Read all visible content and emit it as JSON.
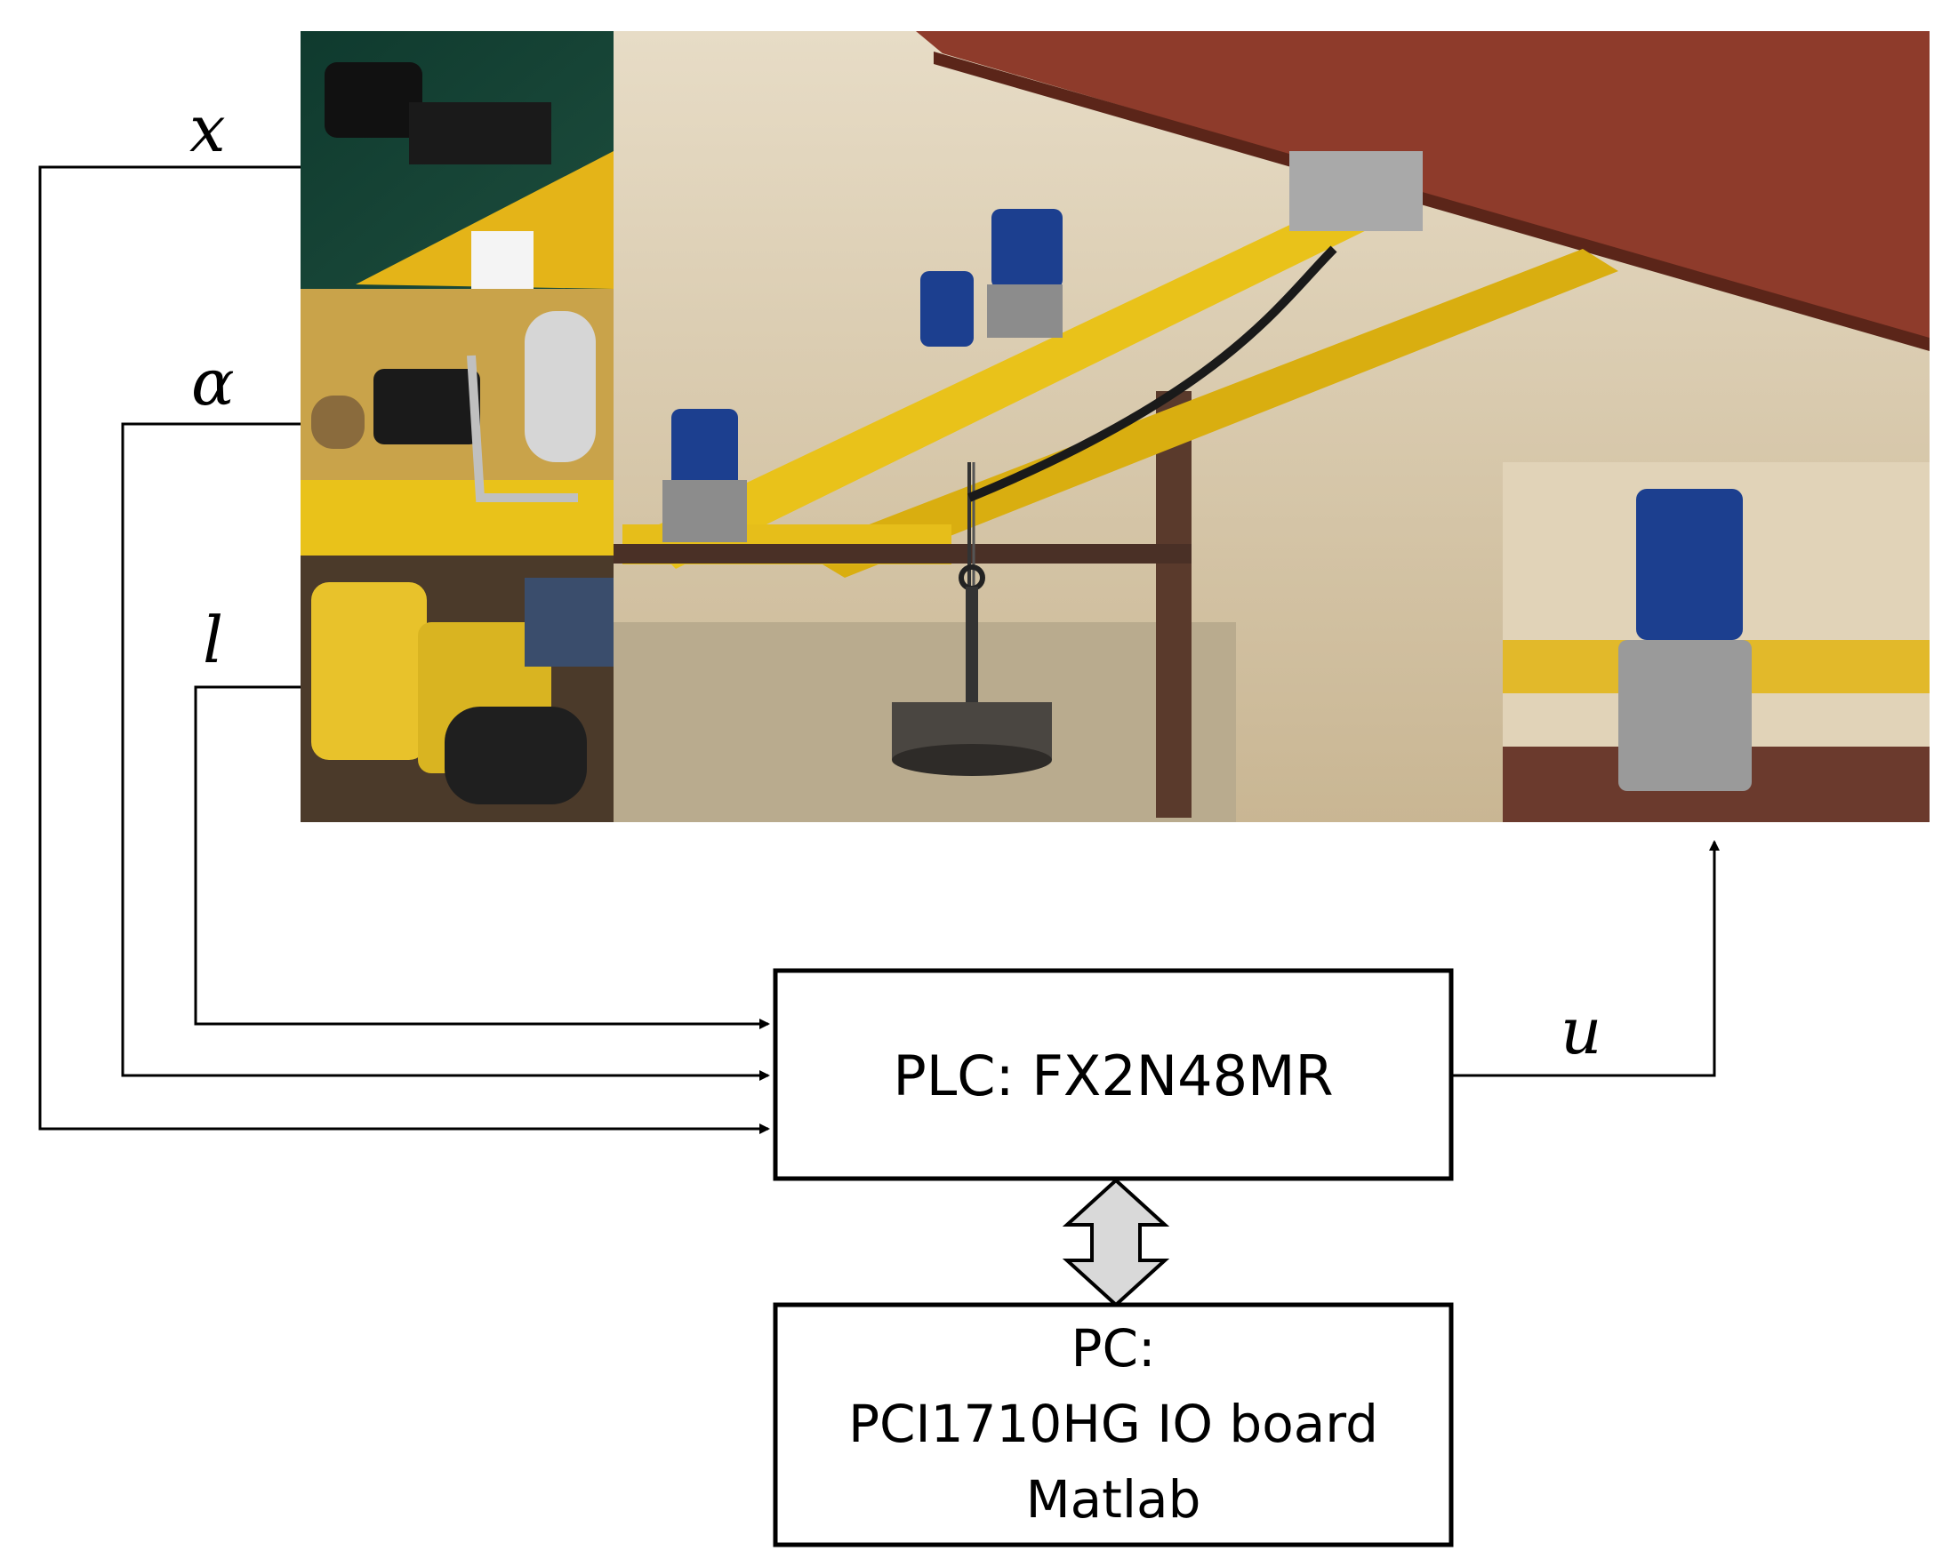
{
  "signals": {
    "x": "x",
    "alpha": "α",
    "l": "l",
    "u": "u"
  },
  "plc_block": {
    "label": "PLC: FX2N48MR"
  },
  "pc_block": {
    "line1": "PC:",
    "line2": "PCI1710HG IO board",
    "line3": "Matlab"
  },
  "colors": {
    "line": "#000000",
    "box_fill": "#ffffff",
    "arrow_fill": "#d9d9d9",
    "crane_yellow": "#e9c21a",
    "motor_blue": "#1c3f8f",
    "beam_brown": "#8e3b2b",
    "wall": "#d6c6a8"
  }
}
